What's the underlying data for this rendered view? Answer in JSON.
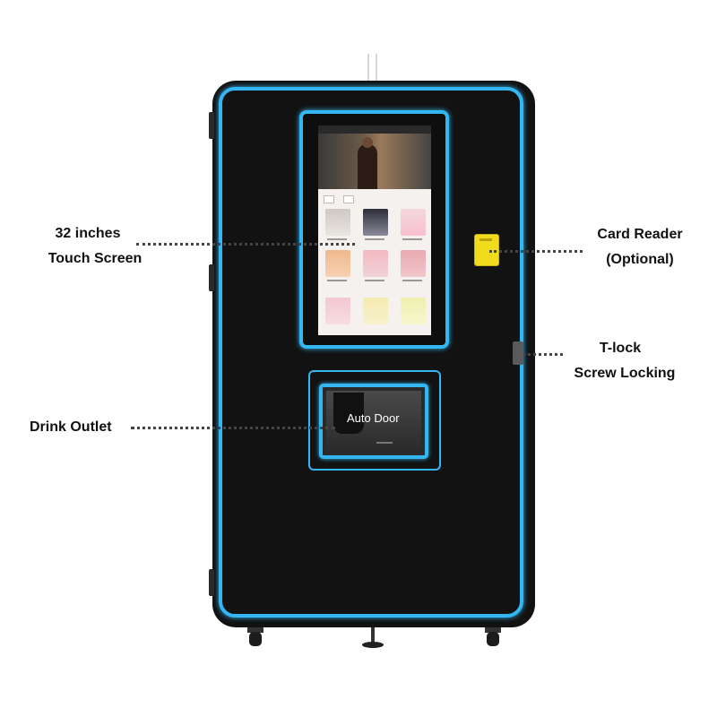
{
  "callouts": {
    "touch_screen": {
      "line1": "32 inches",
      "line2": "Touch Screen"
    },
    "drink_outlet": {
      "line1": "Drink Outlet"
    },
    "card_reader": {
      "line1": "Card Reader",
      "line2": "(Optional)"
    },
    "t_lock": {
      "line1": "T-lock",
      "line2": "Screw Locking"
    }
  },
  "outlet": {
    "label": "Auto Door"
  },
  "colors": {
    "neon_accent": "#33b6f2",
    "cabinet": "#121212",
    "card_reader": "#f1db1d"
  }
}
